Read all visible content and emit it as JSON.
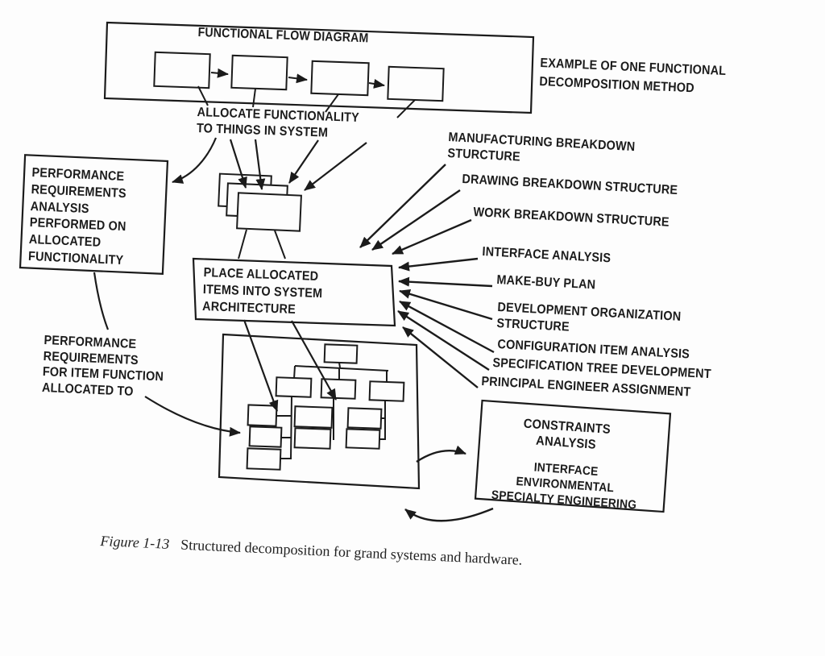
{
  "ffd": {
    "title": "FUNCTIONAL FLOW DIAGRAM"
  },
  "labels": {
    "example": "EXAMPLE OF ONE FUNCTIONAL\nDECOMPOSITION METHOD",
    "allocate": "ALLOCATE FUNCTIONALITY\nTO THINGS IN SYSTEM",
    "perf_analysis": "PERFORMANCE\nREQUIREMENTS\nANALYSIS\nPERFORMED ON\nALLOCATED\nFUNCTIONALITY",
    "place": "PLACE ALLOCATED\nITEMS INTO SYSTEM\nARCHITECTURE",
    "perf_item": "PERFORMANCE\nREQUIREMENTS\nFOR ITEM FUNCTION\nALLOCATED TO",
    "constraints_title": "CONSTRAINTS\nANALYSIS",
    "constraints_body": "INTERFACE\nENVIRONMENTAL\nSPECIALTY ENGINEERING"
  },
  "right_labels": [
    {
      "label": "MANUFACTURING BREAKDOWN\nSTURCTURE"
    },
    {
      "label": "DRAWING BREAKDOWN STRUCTURE"
    },
    {
      "label": "WORK BREAKDOWN STRUCTURE"
    },
    {
      "label": "INTERFACE ANALYSIS"
    },
    {
      "label": "MAKE-BUY PLAN"
    },
    {
      "label": "DEVELOPMENT ORGANIZATION\nSTRUCTURE"
    },
    {
      "label": "CONFIGURATION ITEM ANALYSIS"
    },
    {
      "label": "SPECIFICATION TREE DEVELOPMENT"
    },
    {
      "label": "PRINCIPAL ENGINEER ASSIGNMENT"
    }
  ],
  "caption": {
    "figure": "Figure 1-13",
    "text": "Structured decomposition for grand systems and hardware."
  },
  "colors": {
    "ink": "#1b1b1b",
    "paper": "#fdfdfd"
  }
}
